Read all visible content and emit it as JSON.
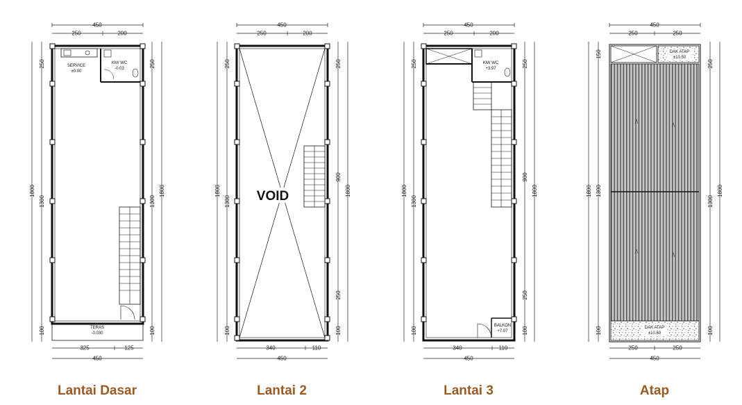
{
  "plans": [
    {
      "id": "lantai-dasar",
      "title": "Lantai Dasar",
      "top_total": "450",
      "top_split": [
        "250",
        "200"
      ],
      "bottom_split": [
        "325",
        "125"
      ],
      "bottom_total": "450",
      "left_total": "1800",
      "left_inner": "1300",
      "left_top": "250",
      "left_bottom": "100",
      "right_total": "1800",
      "right_inner": "1300",
      "right_top": "250",
      "right_bottom": "100",
      "rooms": [
        {
          "name": "SERVICE",
          "level": "±0.00"
        },
        {
          "name": "KM/ WC",
          "level": "-0.03"
        },
        {
          "name": "TERAS",
          "level": "-0.030"
        }
      ]
    },
    {
      "id": "lantai-2",
      "title": "Lantai 2",
      "top_total": "450",
      "top_split": [
        "250",
        "200"
      ],
      "bottom_split": [
        "340",
        "110"
      ],
      "bottom_total": "450",
      "left_total": "1800",
      "left_inner": "1300",
      "left_top": "250",
      "left_bottom": "100",
      "right_total": "1800",
      "right_inner": "900",
      "right_top": "250",
      "right_mid": "250",
      "right_bottom": "100",
      "void_label": "VOID"
    },
    {
      "id": "lantai-3",
      "title": "Lantai 3",
      "top_total": "450",
      "top_split": [
        "250",
        "200"
      ],
      "bottom_split": [
        "340",
        "110"
      ],
      "bottom_total": "450",
      "left_total": "1800",
      "left_inner": "1300",
      "left_top": "250",
      "left_bottom": "100",
      "right_total": "1800",
      "right_inner": "900",
      "right_top": "250",
      "right_mid": "250",
      "right_bottom": "100",
      "rooms": [
        {
          "name": "KM/ WC",
          "level": "+3.97"
        },
        {
          "name": "BALKON",
          "level": "+7.07"
        }
      ]
    },
    {
      "id": "atap",
      "title": "Atap",
      "top_total": "450",
      "top_split": [
        "250",
        "250"
      ],
      "bottom_split": [
        "250",
        "250"
      ],
      "bottom_total": "450",
      "left_total": "1800",
      "left_inner": "1300",
      "left_top": "150",
      "left_bottom": "100",
      "right_total": "1800",
      "right_inner": "1300",
      "right_top": "250",
      "right_bottom": "100",
      "rooms": [
        {
          "name": "DAK ATAP",
          "level": "±10.50"
        },
        {
          "name": "DAK ATAP",
          "level": "±10.50"
        }
      ]
    }
  ]
}
